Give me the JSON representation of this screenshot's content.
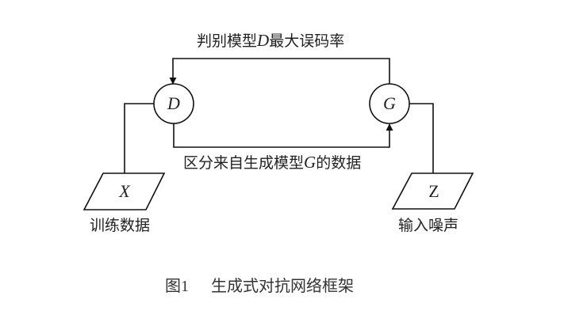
{
  "diagram": {
    "nodes": {
      "discriminator": {
        "letter": "D"
      },
      "generator": {
        "letter": "G"
      },
      "training_data": {
        "letter": "X",
        "caption": "训练数据"
      },
      "input_noise": {
        "letter": "Z",
        "caption": "输入噪声"
      }
    },
    "edges": {
      "top": {
        "prefix": "判别模型",
        "var": "D",
        "suffix": "最大误码率"
      },
      "bottom": {
        "prefix": "区分来自生成模型",
        "var": "G",
        "suffix": "的数据"
      }
    },
    "caption": {
      "number": "图1",
      "title": "生成式对抗网络框架"
    },
    "colors": {
      "stroke": "#111111",
      "background": "#ffffff"
    }
  }
}
